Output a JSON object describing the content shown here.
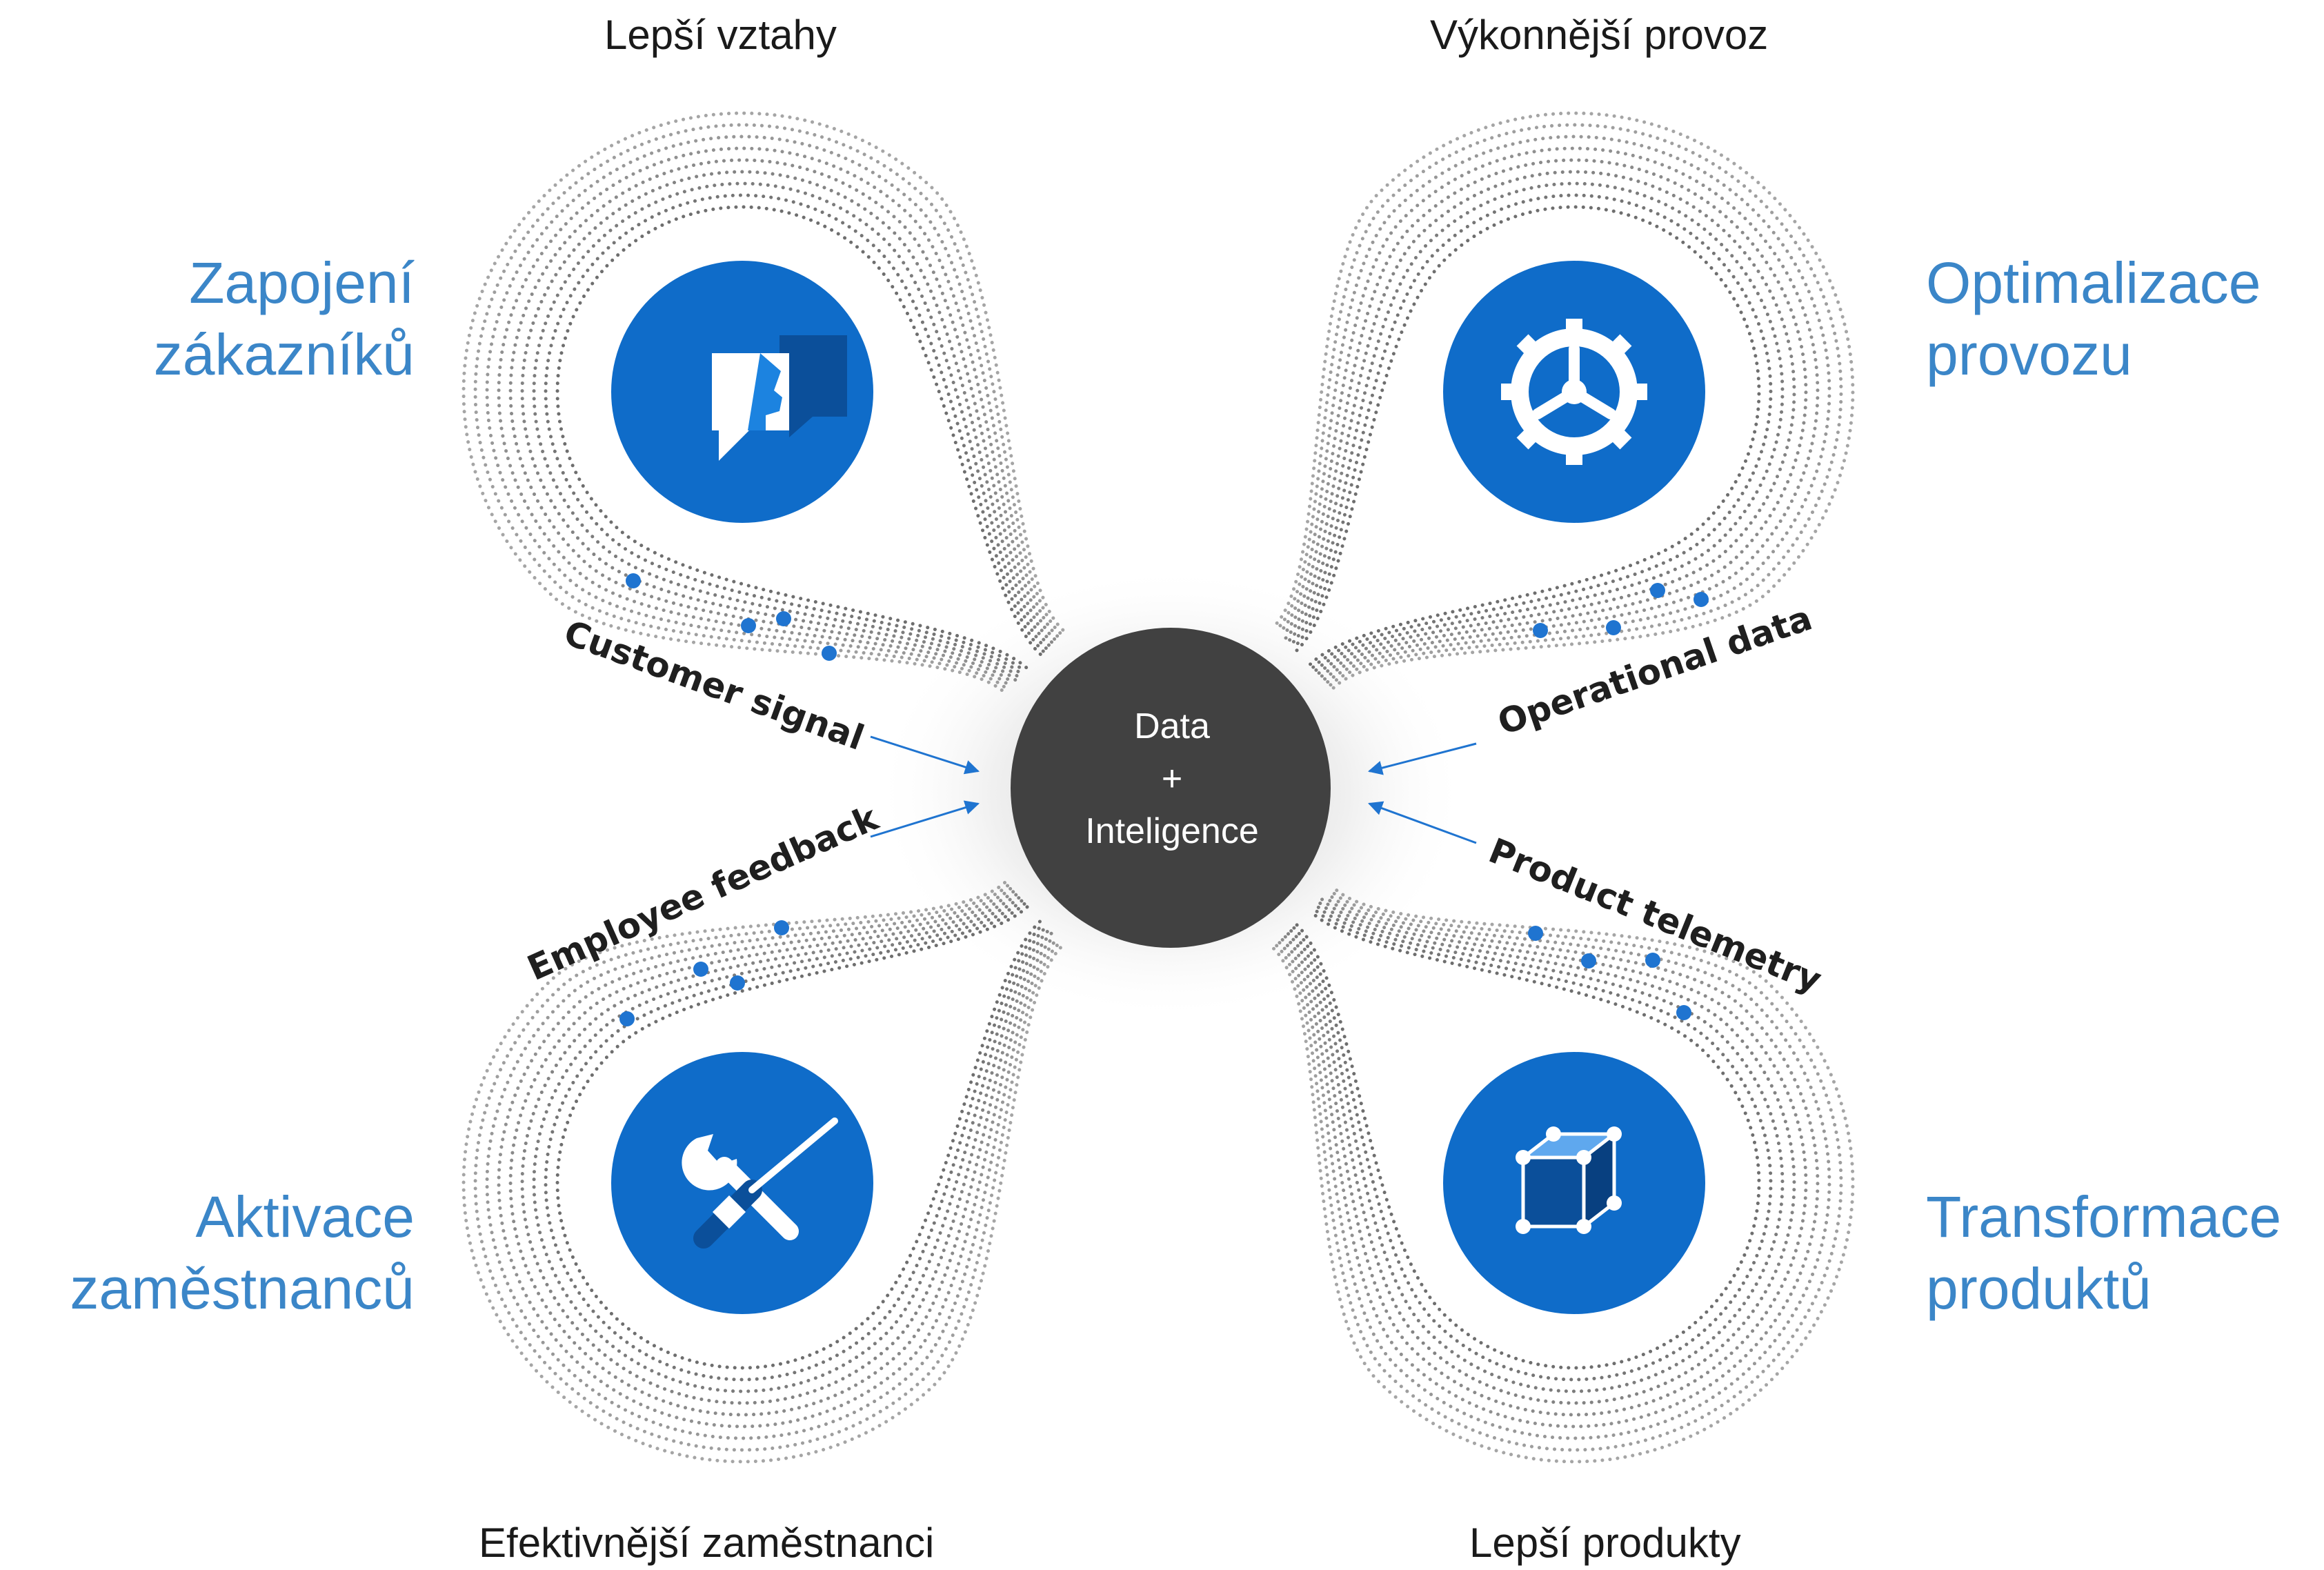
{
  "center": {
    "line1": "Data",
    "line2": "+",
    "line3": "Inteligence"
  },
  "outcomes": {
    "top_left": "Lepší vztahy",
    "top_right": "Výkonnější provoz",
    "bottom_left": "Efektivnější zaměstnanci",
    "bottom_right": "Lepší produkty"
  },
  "pillars": {
    "customer": {
      "line1": "Zapojení",
      "line2": "zákazníků",
      "icon": "chat-bubbles-icon"
    },
    "operations": {
      "line1": "Optimalizace",
      "line2": "provozu",
      "icon": "gear-icon"
    },
    "employees": {
      "line1": "Aktivace",
      "line2": "zaměstnanců",
      "icon": "tools-icon"
    },
    "products": {
      "line1": "Transformace",
      "line2": "produktů",
      "icon": "cube-icon"
    }
  },
  "flows": {
    "customer": "Customer signal",
    "operations": "Operational data",
    "employees": "Employee feedback",
    "products": "Product telemetry"
  },
  "colors": {
    "accent_blue": "#0f6cc9",
    "pillar_text": "#3b86c8",
    "center_fill": "#414141",
    "dots": "#555555",
    "signal_dot": "#1f74d0"
  }
}
